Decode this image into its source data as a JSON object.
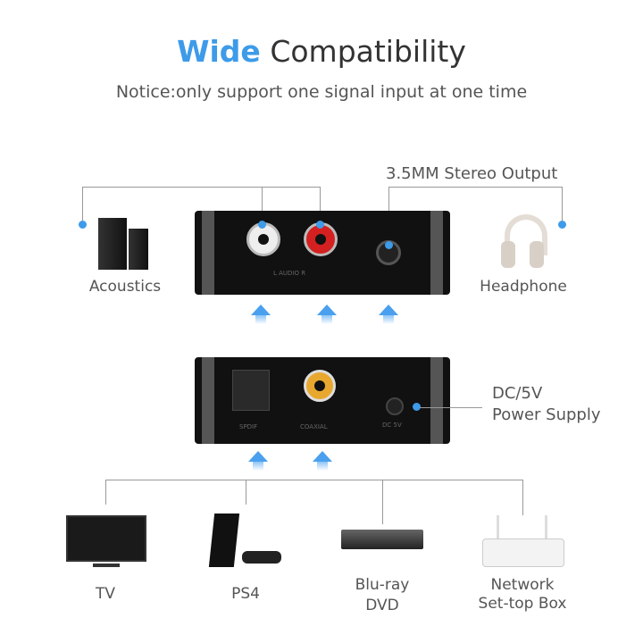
{
  "title": {
    "highlight": "Wide",
    "rest": "Compatibility"
  },
  "subtitle": "Notice:only support one signal input at one time",
  "outputs": {
    "stereo_label": "3.5MM Stereo Output",
    "acoustics": "Acoustics",
    "headphone": "Headphone"
  },
  "device_labels": {
    "audio": "L  AUDIO  R",
    "spdif": "SPDIF",
    "coaxial": "COAXIAL",
    "dc": "DC 5V"
  },
  "power": {
    "line1": "DC/5V",
    "line2": "Power Supply"
  },
  "sources": [
    {
      "line1": "TV",
      "line2": ""
    },
    {
      "line1": "PS4",
      "line2": ""
    },
    {
      "line1": "Blu-ray",
      "line2": "DVD"
    },
    {
      "line1": "Network",
      "line2": "Set-top Box"
    }
  ],
  "colors": {
    "accent": "#3d9be9"
  }
}
